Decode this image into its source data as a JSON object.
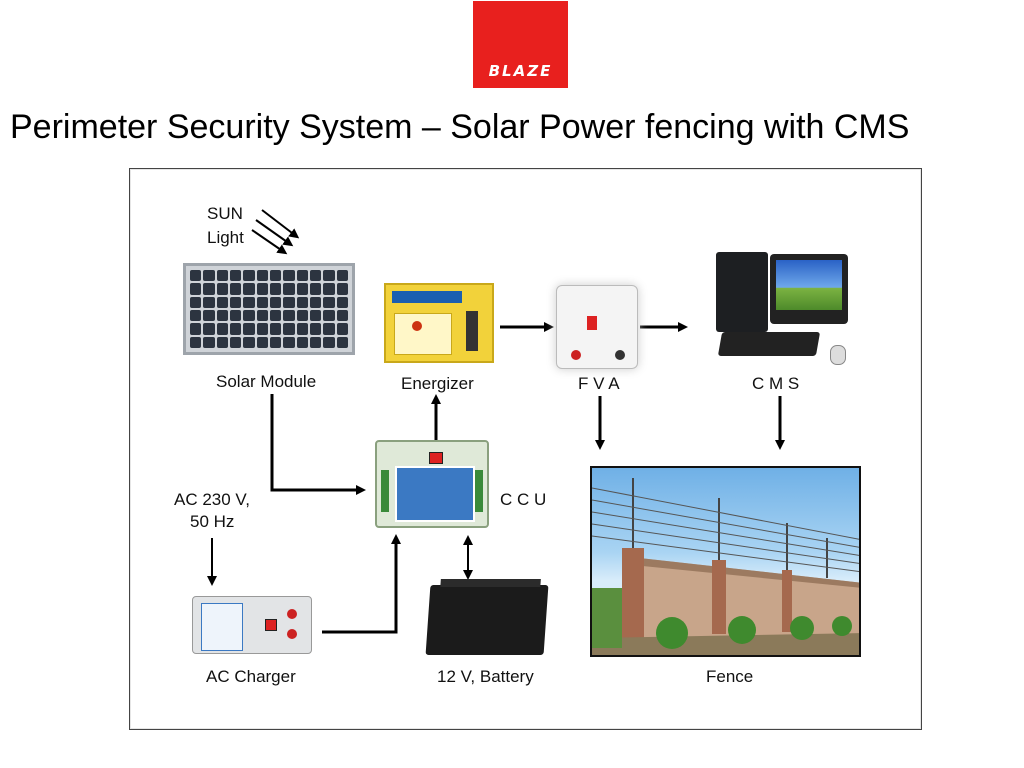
{
  "logo": {
    "text": "BLAZE",
    "color": "#e8201e"
  },
  "title": "Perimeter Security System – Solar Power fencing with CMS",
  "diagram": {
    "sun_label_line1": "SUN",
    "sun_label_line2": "Light",
    "solar_module": "Solar Module",
    "energizer": "Energizer",
    "fva": "F V A",
    "cms": "C M S",
    "ccu": "C C U",
    "ac_input_line1": "AC 230 V,",
    "ac_input_line2": "50 Hz",
    "ac_charger": "AC Charger",
    "battery": "12 V, Battery",
    "fence": "Fence"
  }
}
